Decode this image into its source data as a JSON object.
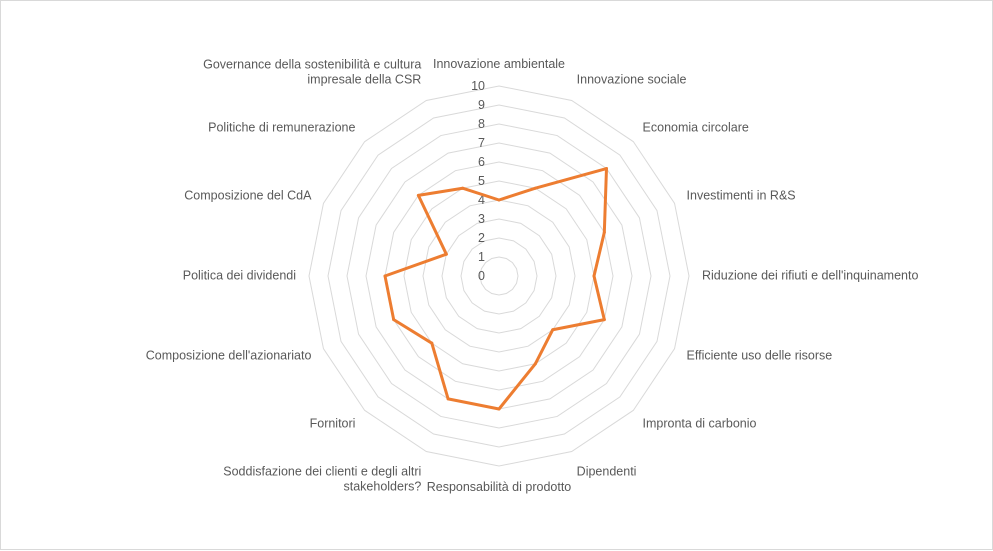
{
  "chart_data": {
    "type": "radar",
    "title": "",
    "rmax": 10,
    "ticks": [
      "0",
      "1",
      "2",
      "3",
      "4",
      "5",
      "6",
      "7",
      "8",
      "9",
      "10"
    ],
    "grid": true,
    "series_color": "#ed7d31",
    "grid_color": "#d9d9d9",
    "categories": [
      {
        "label": [
          "Innovazione ambientale"
        ]
      },
      {
        "label": [
          "Innovazione sociale"
        ]
      },
      {
        "label": [
          "Economia circolare"
        ]
      },
      {
        "label": [
          "Investimenti in R&S"
        ]
      },
      {
        "label": [
          "Riduzione dei rifiuti e dell'inquinamento"
        ]
      },
      {
        "label": [
          "Efficiente uso delle risorse"
        ]
      },
      {
        "label": [
          "Impronta di carbonio"
        ]
      },
      {
        "label": [
          "Dipendenti"
        ]
      },
      {
        "label": [
          "Responsabilità di prodotto"
        ]
      },
      {
        "label": [
          "Soddisfazione dei clienti e degli altri",
          "stakeholders?"
        ]
      },
      {
        "label": [
          "Fornitori"
        ]
      },
      {
        "label": [
          "Composizione dell'azionariato"
        ]
      },
      {
        "label": [
          "Politica dei dividendi"
        ]
      },
      {
        "label": [
          "Composizione del CdA"
        ]
      },
      {
        "label": [
          "Politiche di remunerazione"
        ]
      },
      {
        "label": [
          "Governance della sostenibilità e cultura",
          "impresale della CSR"
        ]
      }
    ],
    "series": [
      {
        "values": [
          4,
          5,
          8,
          6,
          5,
          6,
          4,
          5,
          7,
          7,
          5,
          6,
          6,
          3,
          6,
          5
        ]
      }
    ]
  }
}
